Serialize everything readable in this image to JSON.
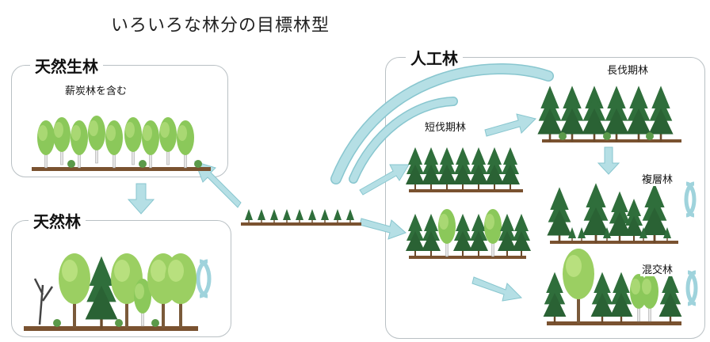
{
  "title": "いろいろな林分の目標林型",
  "natural_forest_producing": {
    "title": "天然生林",
    "subtitle": "薪炭林を含む"
  },
  "natural_forest": {
    "title": "天然林"
  },
  "planted_forest": {
    "title": "人工林",
    "labels": {
      "short_rotation": "短伐期林",
      "long_rotation": "長伐期林",
      "multi_storied": "複層林",
      "mixed": "混交林"
    }
  },
  "colors": {
    "panel_border": "#b9c0c4",
    "arrow": "#b5dfe5",
    "arrow_outline": "#88c6cf",
    "conifer": "#2f6e3b",
    "broadleaf": "#7fbf4f",
    "ground": "#7a5230"
  }
}
